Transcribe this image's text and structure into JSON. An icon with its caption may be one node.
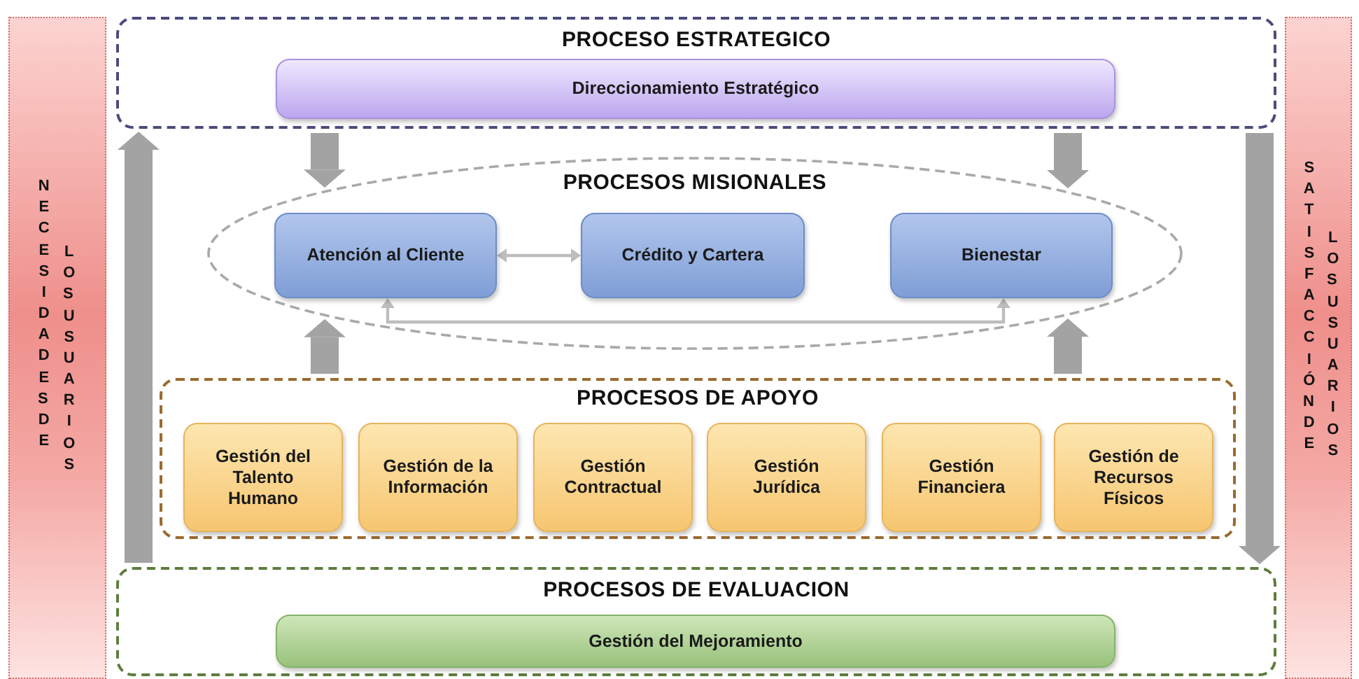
{
  "diagram": {
    "nodes": [
      {
        "text": [
          "NECESIDADES DE",
          "LOS USUARIOS"
        ]
      },
      {
        "text": [
          "PROCESO ESTRATEGICO"
        ]
      },
      {
        "text": [
          "Direccionamiento Estratégico"
        ],
        "in": 1
      },
      {
        "text": [
          "PROCESOS MISIONALES"
        ]
      },
      {
        "text": [
          "Atención al Cliente"
        ],
        "in": 3
      },
      {
        "text": [
          "Crédito y Cartera"
        ],
        "in": 3
      },
      {
        "text": [
          "Bienestar"
        ],
        "in": 3
      },
      {
        "text": [
          "PROCESOS DE APOYO"
        ]
      },
      {
        "text": [
          "Gestión del Talento Humano"
        ],
        "in": 7
      },
      {
        "text": [
          "Gestión de la Información"
        ],
        "in": 7
      },
      {
        "text": [
          "Gestión Contractual"
        ],
        "in": 7
      },
      {
        "text": [
          "Gestión Jurídica"
        ],
        "in": 7
      },
      {
        "text": [
          "Gestión Financiera"
        ],
        "in": 7
      },
      {
        "text": [
          "Gestión de Recursos Físicos"
        ],
        "in": 7
      },
      {
        "text": [
          "PROCESOS DE EVALUACION"
        ]
      },
      {
        "text": [
          "Gestión del Mejoramiento"
        ],
        "in": 14
      },
      {
        "text": [
          "SATISFACCIÓN DE",
          "LOS USUARIOS"
        ]
      }
    ],
    "edges": [
      {
        "from": 4,
        "to": 5,
        "arrow": "both"
      },
      {
        "from": 4,
        "to": 6,
        "arrow": "both"
      },
      {
        "from": 1,
        "to": 3,
        "arrow": "to"
      },
      {
        "from": 1,
        "to": 3,
        "arrow": "to"
      },
      {
        "from": 7,
        "to": 3,
        "arrow": "to"
      },
      {
        "from": 7,
        "to": 3,
        "arrow": "to"
      },
      {
        "from": 14,
        "to": 1,
        "arrow": "to"
      },
      {
        "from": 1,
        "to": 14,
        "arrow": "to"
      }
    ]
  }
}
